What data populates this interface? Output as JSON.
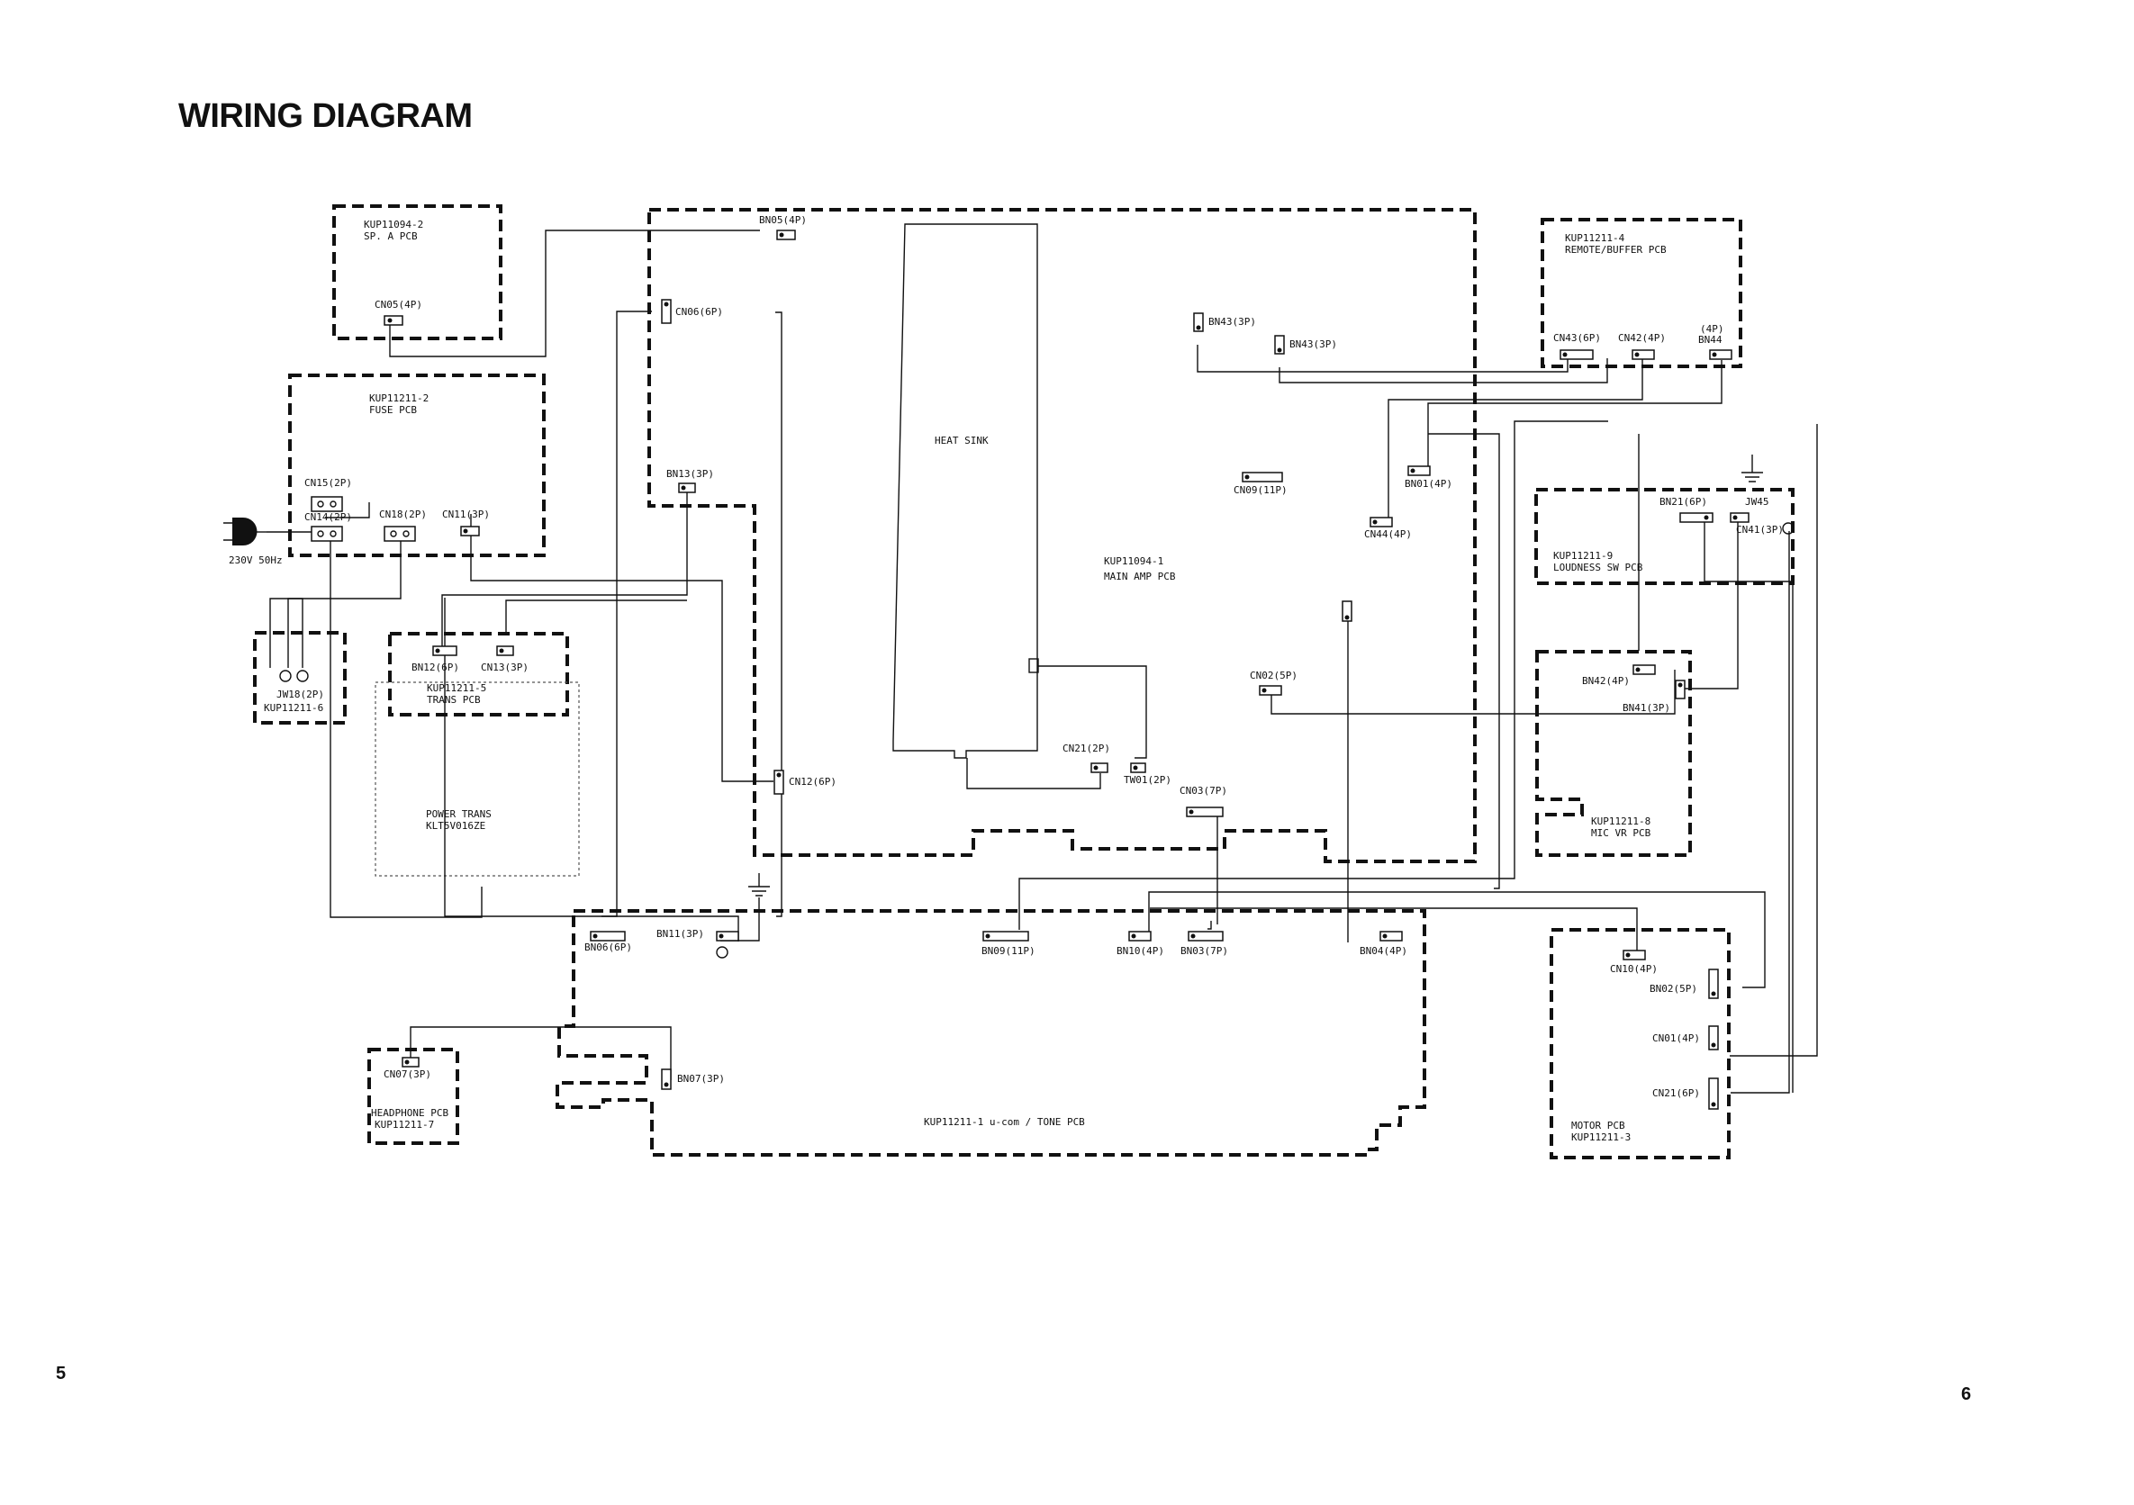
{
  "title": "WIRING DIAGRAM",
  "page_left": "5",
  "page_right": "6",
  "boards": {
    "sp_a": {
      "code": "KUP11094-2",
      "name": "SP. A PCB"
    },
    "fuse": {
      "code": "KUP11211-2",
      "name": "FUSE PCB"
    },
    "main_amp": {
      "code": "KUP11094-1",
      "name": "MAIN AMP PCB"
    },
    "remote": {
      "code": "KUP11211-4",
      "name": "REMOTE/BUFFER PCB"
    },
    "loudness": {
      "code": "KUP11211-9",
      "name": "LOUDNESS SW PCB"
    },
    "mic_vr": {
      "code": "KUP11211-8",
      "name": "MIC VR PCB"
    },
    "jw18": {
      "code": "KUP11211-6"
    },
    "trans": {
      "code": "KUP11211-5",
      "name": "TRANS PCB"
    },
    "power_trans": {
      "name": "POWER TRANS",
      "code": "KLT5V016ZE"
    },
    "headphone": {
      "name": "HEADPHONE PCB",
      "code": "KUP11211-7"
    },
    "ucom": {
      "name": "KUP11211-1 u-com / TONE PCB"
    },
    "motor": {
      "name": "MOTOR PCB",
      "code": "KUP11211-3"
    }
  },
  "labels": {
    "heat_sink": "HEAT SINK",
    "mains": "230V 50Hz",
    "jw18": "JW18(2P)",
    "jw45": "JW45",
    "bn05": "BN05(4P)",
    "cn05": "CN05(4P)",
    "cn06": "CN06(6P)",
    "cn15": "CN15(2P)",
    "cn14": "CN14(2P)",
    "cn18": "CN18(2P)",
    "cn11": "CN11(3P)",
    "bn13": "BN13(3P)",
    "bn12": "BN12(6P)",
    "cn13": "CN13(3P)",
    "cn12": "CN12(6P)",
    "bn43a": "BN43(3P)",
    "bn43b": "BN43(3P)",
    "cn43": "CN43(6P)",
    "cn42": "CN42(4P)",
    "bn44_p": "(4P)",
    "bn44": "BN44",
    "cn09": "CN09(11P)",
    "bn01": "BN01(4P)",
    "cn44": "CN44(4P)",
    "bn21": "BN21(6P)",
    "cn41": "CN41(3P)",
    "cn02": "CN02(5P)",
    "bn42": "BN42(4P)",
    "bn41": "BN41(3P)",
    "cn21_main": "CN21(2P)",
    "tw01": "TW01(2P)",
    "cn03": "CN03(7P)",
    "bn06": "BN06(6P)",
    "bn11": "BN11(3P)",
    "bn09": "BN09(11P)",
    "bn10": "BN10(4P)",
    "bn03": "BN03(7P)",
    "bn04": "BN04(4P)",
    "cn10": "CN10(4P)",
    "bn02": "BN02(5P)",
    "cn01": "CN01(4P)",
    "cn21_motor": "CN21(6P)",
    "cn07": "CN07(3P)",
    "bn07": "BN07(3P)"
  }
}
